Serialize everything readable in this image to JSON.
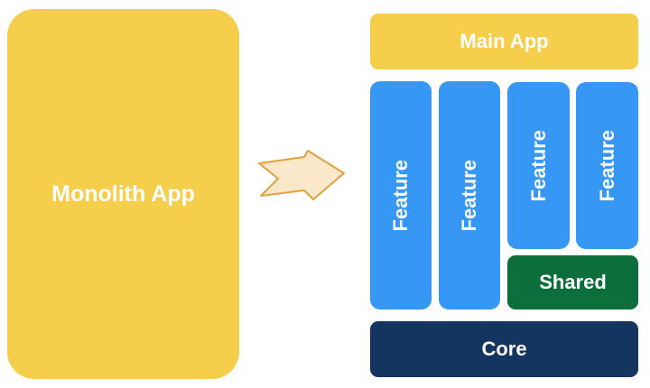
{
  "diagram": {
    "description": "Monolith app transforming into modular app architecture"
  },
  "colors": {
    "background": "#FFFFFF",
    "yellow": "#F5CE4C",
    "blue": "#3797F4",
    "green": "#0B6E3B",
    "navy": "#14355F",
    "arrow_fill": "#FBE7CA",
    "arrow_stroke": "#E1A140",
    "text": "#FFFFFF"
  },
  "monolith": {
    "label": "Monolith App"
  },
  "arrow": {
    "icon": "right-arrow"
  },
  "modular": {
    "main_app": {
      "label": "Main App"
    },
    "features": [
      {
        "label": "Feature"
      },
      {
        "label": "Feature"
      },
      {
        "label": "Feature"
      },
      {
        "label": "Feature"
      }
    ],
    "shared": {
      "label": "Shared"
    },
    "core": {
      "label": "Core"
    }
  }
}
